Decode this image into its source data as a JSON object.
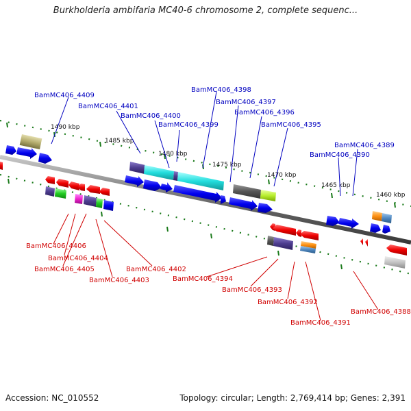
{
  "title": "Burkholderia ambifaria MC40-6 chromosome 2, complete sequenc...",
  "footer": {
    "accession": "Accession: NC_010552",
    "summary": "Topology: circular; Length: 2,769,414 bp; Genes: 2,391"
  },
  "colors": {
    "top_label": "#0000c0",
    "bottom_label": "#d00000",
    "tick": "#1a7a1a",
    "backbone": "#666666"
  },
  "kbp_labels": [
    "1490 kbp",
    "1485 kbp",
    "1480 kbp",
    "1475 kbp",
    "1470 kbp",
    "1465 kbp",
    "1460 kbp"
  ],
  "top_gene_labels": [
    "BamMC406_4409",
    "BamMC406_4401",
    "BamMC406_4400",
    "BamMC406_4399",
    "BamMC406_4398",
    "BamMC406_4397",
    "BamMC406_4396",
    "BamMC406_4395",
    "BamMC406_4389",
    "BamMC406_4390"
  ],
  "bottom_gene_labels": [
    "BamMC406_4406",
    "BamMC406_4404",
    "BamMC406_4405",
    "BamMC406_4403",
    "BamMC406_4402",
    "BamMC406_4394",
    "BamMC406_4393",
    "BamMC406_4392",
    "BamMC406_4391",
    "BamMC406_4388"
  ]
}
